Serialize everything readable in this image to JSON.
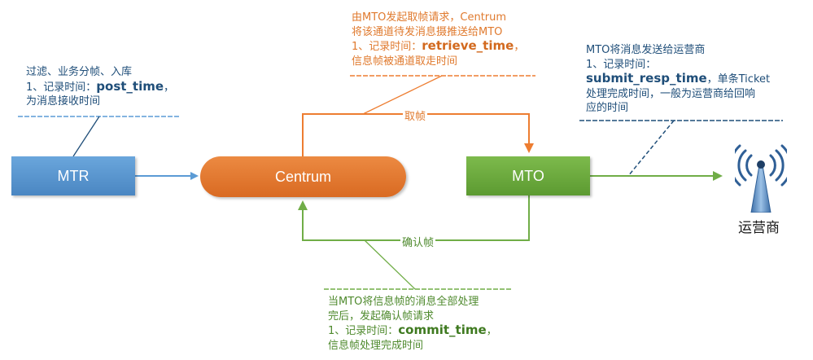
{
  "nodes": {
    "mtr": "MTR",
    "centrum": "Centrum",
    "mto": "MTO",
    "carrier": "运营商"
  },
  "edges": {
    "retrieve": "取帧",
    "confirm": "确认帧"
  },
  "notes": {
    "post": {
      "line1": "过滤、业务分帧、入库",
      "line2_prefix": "1、记录时间：",
      "field": "post_time",
      "line2_suffix": "，",
      "line3": "为消息接收时间"
    },
    "retrieve": {
      "line1": "由MTO发起取帧请求，Centrum",
      "line2": "将该通道待发消息摄推送给MTO",
      "line3_prefix": "1、记录时间：",
      "field": "retrieve_time",
      "line3_suffix": "，",
      "line4": "信息帧被通道取走时间"
    },
    "submit": {
      "line1": "MTO将消息发送给运营商",
      "line2": "1、记录时间：",
      "field": "submit_resp_time",
      "line3_suffix": "，单条Ticket",
      "line4": "处理完成时间，一般为运营商给回响",
      "line5": "应的时间"
    },
    "commit": {
      "line1": "当MTO将信息帧的消息全部处理",
      "line2": "完后，发起确认帧请求",
      "line3_prefix": "1、记录时间：",
      "field": "commit_time",
      "line3_suffix": "，",
      "line4": "信息帧处理完成时间"
    }
  },
  "colors": {
    "blue": "#5b9bd5",
    "dark_blue": "#1f4e79",
    "orange": "#ed7d31",
    "green": "#70ad47"
  },
  "icons": {
    "carrier": "radio-tower-icon"
  }
}
